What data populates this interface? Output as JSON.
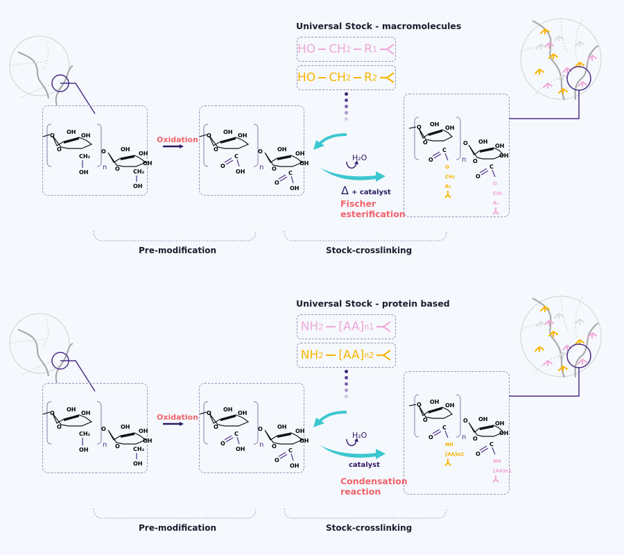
{
  "panels": [
    {
      "id": "macromolecules",
      "stock_title": "Universal Stock - macromolecules",
      "stock_items": [
        {
          "prefix": "HO",
          "middle": "CH",
          "middle_sub": "2",
          "suffix": "R",
          "suffix_sub": "1",
          "color": "#f0a8d8"
        },
        {
          "prefix": "HO",
          "middle": "CH",
          "middle_sub": "2",
          "suffix": "R",
          "suffix_sub": "2",
          "color": "#f7b500"
        }
      ],
      "step1_label": "Oxidation",
      "water": "H₂O",
      "conditions": "+ catalyst",
      "heat_symbol": "Δ",
      "reaction_name_line1": "Fischer",
      "reaction_name_line2": "esterification",
      "bracket_left_label": "Pre-modification",
      "bracket_right_label": "Stock-crosslinking",
      "product_linker_top": [
        "O",
        "CH₂",
        "R₂"
      ],
      "product_linker_bottom": [
        "O",
        "CH₂",
        "R₁"
      ]
    },
    {
      "id": "protein",
      "stock_title": "Universal Stock - protein based",
      "stock_items": [
        {
          "prefix": "NH",
          "prefix_sub": "2",
          "middle": "[AA]",
          "middle_sub": "n1",
          "color": "#f0a8d8"
        },
        {
          "prefix": "NH",
          "prefix_sub": "2",
          "middle": "[AA]",
          "middle_sub": "n2",
          "color": "#f7b500"
        }
      ],
      "step1_label": "Oxidation",
      "water": "H₂O",
      "conditions": "catalyst",
      "reaction_name_line1": "Condensation",
      "reaction_name_line2": "reaction",
      "bracket_left_label": "Pre-modification",
      "bracket_right_label": "Stock-crosslinking",
      "product_linker_top": [
        "NH",
        "[AA]n2"
      ],
      "product_linker_bottom": [
        "NH",
        "[AA]n1"
      ]
    }
  ],
  "chem_labels": {
    "oh": "OH",
    "o": "O",
    "ch2": "CH₂",
    "c": "C",
    "n": "n"
  },
  "colors": {
    "accent_purple": "#3b2472",
    "teal_arrow": "#3cc7cf",
    "red_text": "#f2636b",
    "pink": "#f0a8d8",
    "yellow": "#f7b500",
    "dashed_border": "#9a8fb8"
  }
}
